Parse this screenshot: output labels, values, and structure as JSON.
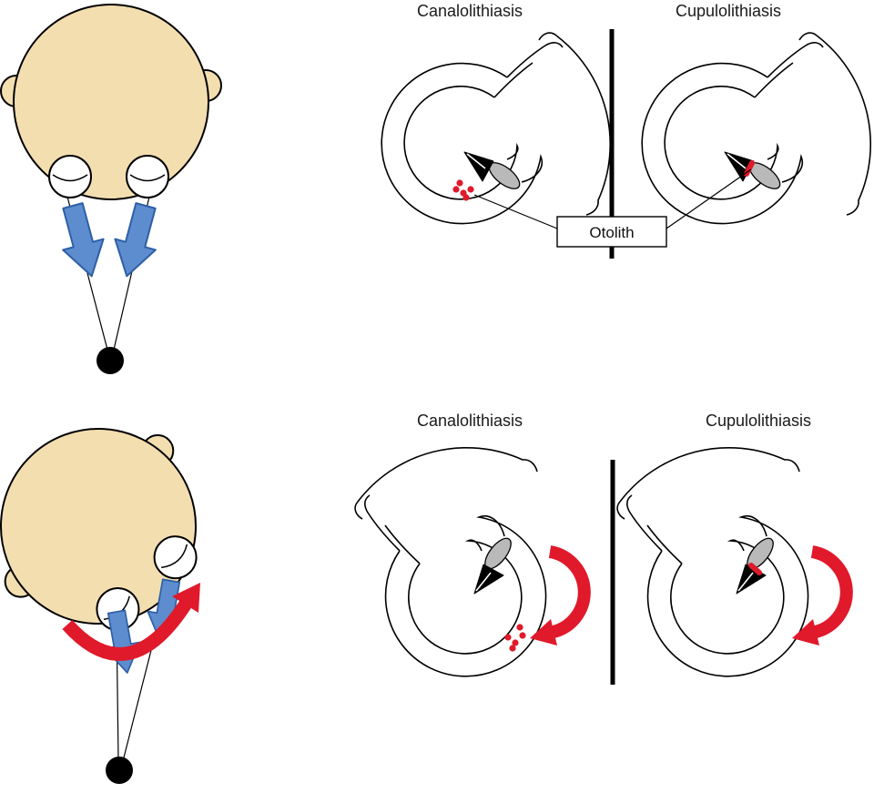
{
  "figure": {
    "panels": {
      "top_right": {
        "left_label": "Canalolithiasis",
        "right_label": "Cupulolithiasis",
        "callout_label": "Otolith"
      },
      "bottom_right": {
        "left_label": "Canalolithiasis",
        "right_label": "Cupulolithiasis"
      }
    },
    "colors": {
      "skin": "#f3deb0",
      "arrow_blue": "#5d8dce",
      "arrow_blue_outline": "#2d5fa6",
      "accent_red": "#e0192b",
      "ampulla_gray": "#b9b9b9",
      "ink": "#000000"
    }
  }
}
